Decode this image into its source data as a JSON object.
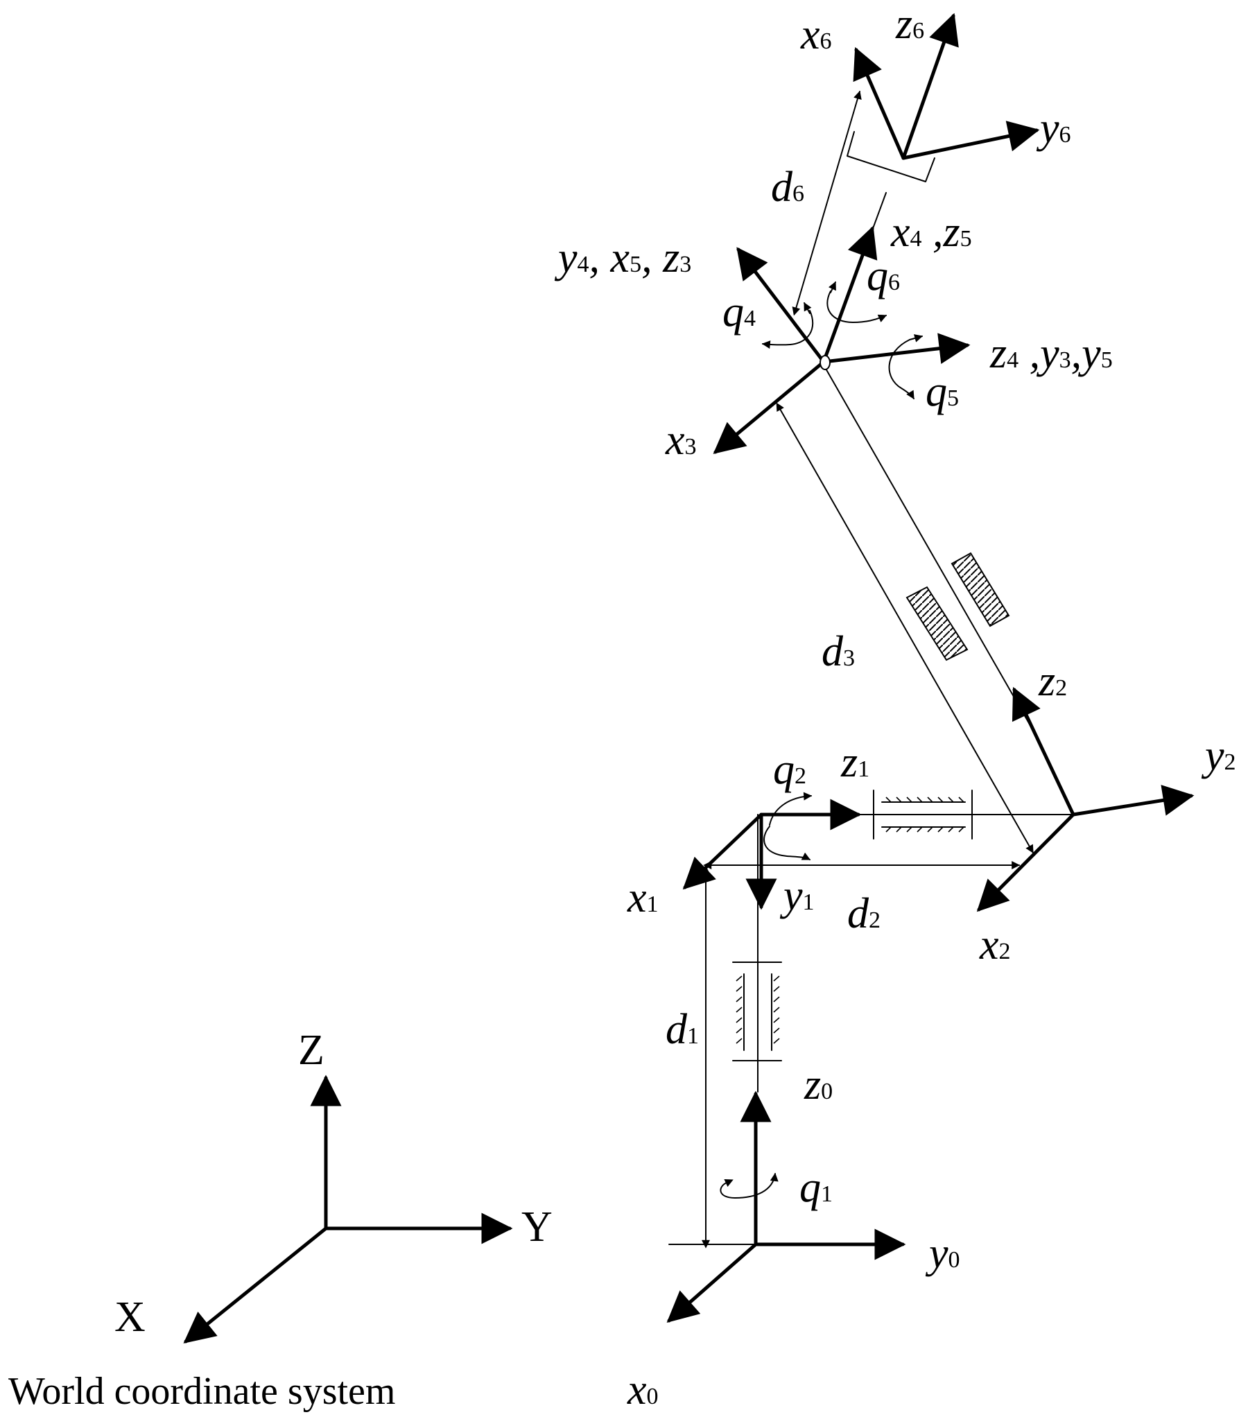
{
  "caption": "World coordinate system",
  "world_axes": {
    "z": "Z",
    "y": "Y",
    "x": "X"
  },
  "labels": {
    "x6": {
      "base": "x",
      "sub": "6"
    },
    "z6": {
      "base": "z",
      "sub": "6"
    },
    "y6": {
      "base": "y",
      "sub": "6"
    },
    "d6": {
      "base": "d",
      "sub": "6"
    },
    "x4z5": {
      "base": "x",
      "sub": "4",
      "tail": " ,z",
      "tail_sub": "5"
    },
    "y4x5z3": {
      "parts": [
        "y",
        "4",
        ", x",
        "5",
        ", z",
        "3"
      ]
    },
    "q4": {
      "base": "q",
      "sub": "4"
    },
    "q6": {
      "base": "q",
      "sub": "6"
    },
    "z4y3y5": {
      "parts": [
        "z",
        "4",
        " ,y",
        "3",
        ",y",
        "5"
      ]
    },
    "q5": {
      "base": "q",
      "sub": "5"
    },
    "x3": {
      "base": "x",
      "sub": "3"
    },
    "d3": {
      "base": "d",
      "sub": "3"
    },
    "z2": {
      "base": "z",
      "sub": "2"
    },
    "y2": {
      "base": "y",
      "sub": "2"
    },
    "q2": {
      "base": "q",
      "sub": "2"
    },
    "z1": {
      "base": "z",
      "sub": "1"
    },
    "x1": {
      "base": "x",
      "sub": "1"
    },
    "y1": {
      "base": "y",
      "sub": "1"
    },
    "d2": {
      "base": "d",
      "sub": "2"
    },
    "x2": {
      "base": "x",
      "sub": "2"
    },
    "d1": {
      "base": "d",
      "sub": "1"
    },
    "z0": {
      "base": "z",
      "sub": "0"
    },
    "q1": {
      "base": "q",
      "sub": "1"
    },
    "y0": {
      "base": "y",
      "sub": "0"
    },
    "x0": {
      "base": "x",
      "sub": "0"
    }
  }
}
